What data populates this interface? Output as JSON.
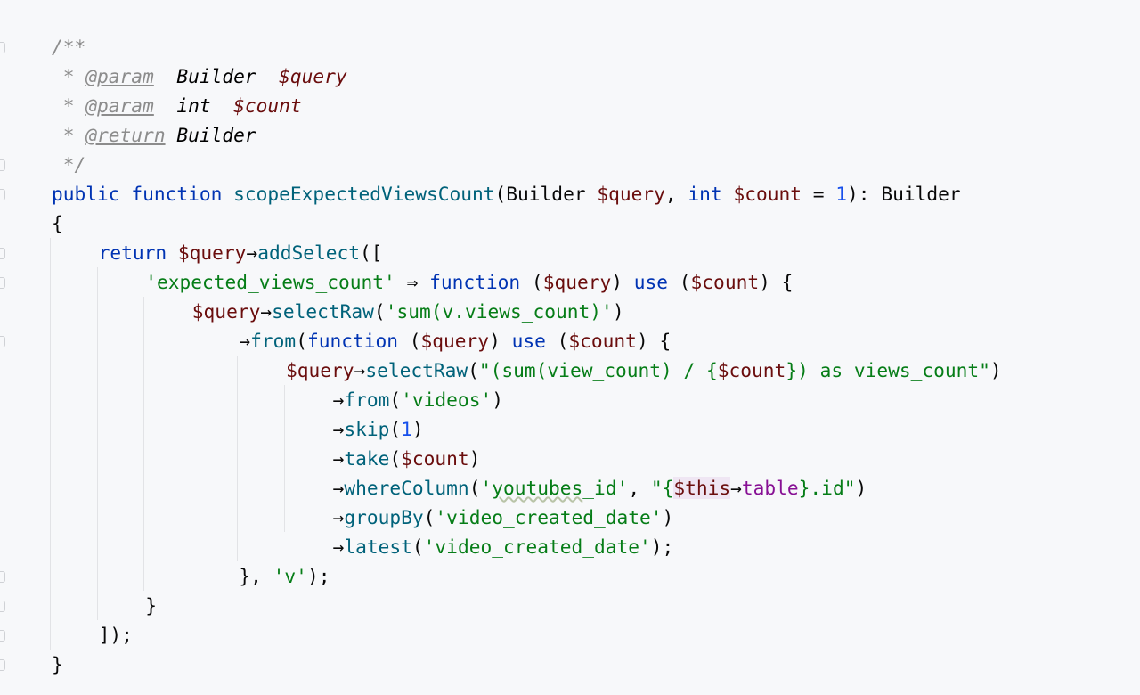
{
  "editor": {
    "language": "PHP",
    "lines": [
      {
        "indent": 0,
        "tokens": [
          {
            "t": "/**",
            "c": "cmt"
          }
        ]
      },
      {
        "indent": 0,
        "tokens": [
          {
            "t": " * ",
            "c": "cmt"
          },
          {
            "t": "@param",
            "c": "doctag"
          },
          {
            "t": "  ",
            "c": "cmt"
          },
          {
            "t": "Builder",
            "c": "doctype"
          },
          {
            "t": "  ",
            "c": "cmt"
          },
          {
            "t": "$query",
            "c": "docvar"
          }
        ]
      },
      {
        "indent": 0,
        "tokens": [
          {
            "t": " * ",
            "c": "cmt"
          },
          {
            "t": "@param",
            "c": "doctag"
          },
          {
            "t": "  ",
            "c": "cmt"
          },
          {
            "t": "int",
            "c": "doctype"
          },
          {
            "t": "  ",
            "c": "cmt"
          },
          {
            "t": "$count",
            "c": "docvar"
          }
        ]
      },
      {
        "indent": 0,
        "tokens": [
          {
            "t": " * ",
            "c": "cmt"
          },
          {
            "t": "@return",
            "c": "doctag"
          },
          {
            "t": " ",
            "c": "cmt"
          },
          {
            "t": "Builder",
            "c": "doctype"
          }
        ]
      },
      {
        "indent": 0,
        "tokens": [
          {
            "t": " */",
            "c": "cmt"
          }
        ]
      },
      {
        "indent": 0,
        "tokens": [
          {
            "t": "public",
            "c": "kw"
          },
          {
            "t": " ",
            "c": "plain"
          },
          {
            "t": "function",
            "c": "kw"
          },
          {
            "t": " ",
            "c": "plain"
          },
          {
            "t": "scopeExpectedViewsCount",
            "c": "fn"
          },
          {
            "t": "(Builder ",
            "c": "plain"
          },
          {
            "t": "$query",
            "c": "param"
          },
          {
            "t": ", ",
            "c": "plain"
          },
          {
            "t": "int",
            "c": "kw"
          },
          {
            "t": " ",
            "c": "plain"
          },
          {
            "t": "$count",
            "c": "param"
          },
          {
            "t": " = ",
            "c": "plain"
          },
          {
            "t": "1",
            "c": "num"
          },
          {
            "t": "): Builder",
            "c": "plain"
          }
        ]
      },
      {
        "indent": 0,
        "tokens": [
          {
            "t": "{",
            "c": "plain"
          }
        ]
      },
      {
        "indent": 1,
        "tokens": [
          {
            "t": "return",
            "c": "kw"
          },
          {
            "t": " ",
            "c": "plain"
          },
          {
            "t": "$query",
            "c": "param"
          },
          {
            "t": "→",
            "c": "plain"
          },
          {
            "t": "addSelect",
            "c": "fn"
          },
          {
            "t": "([",
            "c": "plain"
          }
        ]
      },
      {
        "indent": 2,
        "tokens": [
          {
            "t": "'expected_views_count'",
            "c": "str"
          },
          {
            "t": " ⇒ ",
            "c": "plain"
          },
          {
            "t": "function",
            "c": "kw"
          },
          {
            "t": " (",
            "c": "plain"
          },
          {
            "t": "$query",
            "c": "param"
          },
          {
            "t": ") ",
            "c": "plain"
          },
          {
            "t": "use",
            "c": "kw"
          },
          {
            "t": " (",
            "c": "plain"
          },
          {
            "t": "$count",
            "c": "param"
          },
          {
            "t": ") {",
            "c": "plain"
          }
        ]
      },
      {
        "indent": 3,
        "tokens": [
          {
            "t": "$query",
            "c": "param"
          },
          {
            "t": "→",
            "c": "plain"
          },
          {
            "t": "selectRaw",
            "c": "fn"
          },
          {
            "t": "(",
            "c": "plain"
          },
          {
            "t": "'sum(v.views_count)'",
            "c": "str"
          },
          {
            "t": ")",
            "c": "plain"
          }
        ]
      },
      {
        "indent": 4,
        "tokens": [
          {
            "t": "→",
            "c": "plain"
          },
          {
            "t": "from",
            "c": "fn"
          },
          {
            "t": "(",
            "c": "plain"
          },
          {
            "t": "function",
            "c": "kw"
          },
          {
            "t": " (",
            "c": "plain"
          },
          {
            "t": "$query",
            "c": "param"
          },
          {
            "t": ") ",
            "c": "plain"
          },
          {
            "t": "use",
            "c": "kw"
          },
          {
            "t": " (",
            "c": "plain"
          },
          {
            "t": "$count",
            "c": "param"
          },
          {
            "t": ") {",
            "c": "plain"
          }
        ]
      },
      {
        "indent": 5,
        "tokens": [
          {
            "t": "$query",
            "c": "param"
          },
          {
            "t": "→",
            "c": "plain"
          },
          {
            "t": "selectRaw",
            "c": "fn"
          },
          {
            "t": "(",
            "c": "plain"
          },
          {
            "t": "\"(sum(view_count) / {",
            "c": "str"
          },
          {
            "t": "$count",
            "c": "param"
          },
          {
            "t": "}) as views_count\"",
            "c": "str"
          },
          {
            "t": ")",
            "c": "plain"
          }
        ]
      },
      {
        "indent": 6,
        "tokens": [
          {
            "t": "→",
            "c": "plain"
          },
          {
            "t": "from",
            "c": "fn"
          },
          {
            "t": "(",
            "c": "plain"
          },
          {
            "t": "'videos'",
            "c": "str"
          },
          {
            "t": ")",
            "c": "plain"
          }
        ]
      },
      {
        "indent": 6,
        "tokens": [
          {
            "t": "→",
            "c": "plain"
          },
          {
            "t": "skip",
            "c": "fn"
          },
          {
            "t": "(",
            "c": "plain"
          },
          {
            "t": "1",
            "c": "num"
          },
          {
            "t": ")",
            "c": "plain"
          }
        ]
      },
      {
        "indent": 6,
        "tokens": [
          {
            "t": "→",
            "c": "plain"
          },
          {
            "t": "take",
            "c": "fn"
          },
          {
            "t": "(",
            "c": "plain"
          },
          {
            "t": "$count",
            "c": "param"
          },
          {
            "t": ")",
            "c": "plain"
          }
        ]
      },
      {
        "indent": 6,
        "tokens": [
          {
            "t": "→",
            "c": "plain"
          },
          {
            "t": "whereColumn",
            "c": "fn"
          },
          {
            "t": "(",
            "c": "plain"
          },
          {
            "t": "'",
            "c": "str"
          },
          {
            "t": "youtubes",
            "c": "str squiggle"
          },
          {
            "t": "_id'",
            "c": "str"
          },
          {
            "t": ", ",
            "c": "plain"
          },
          {
            "t": "\"{",
            "c": "str"
          },
          {
            "t": "$this",
            "c": "this"
          },
          {
            "t": "→",
            "c": "plain"
          },
          {
            "t": "table",
            "c": "prop"
          },
          {
            "t": "}.id\"",
            "c": "str"
          },
          {
            "t": ")",
            "c": "plain"
          }
        ]
      },
      {
        "indent": 6,
        "tokens": [
          {
            "t": "→",
            "c": "plain"
          },
          {
            "t": "groupBy",
            "c": "fn"
          },
          {
            "t": "(",
            "c": "plain"
          },
          {
            "t": "'video_created_date'",
            "c": "str"
          },
          {
            "t": ")",
            "c": "plain"
          }
        ]
      },
      {
        "indent": 6,
        "tokens": [
          {
            "t": "→",
            "c": "plain"
          },
          {
            "t": "latest",
            "c": "fn"
          },
          {
            "t": "(",
            "c": "plain"
          },
          {
            "t": "'video_created_date'",
            "c": "str"
          },
          {
            "t": ");",
            "c": "plain"
          }
        ]
      },
      {
        "indent": 4,
        "tokens": [
          {
            "t": "}, ",
            "c": "plain"
          },
          {
            "t": "'v'",
            "c": "str"
          },
          {
            "t": ");",
            "c": "plain"
          }
        ]
      },
      {
        "indent": 2,
        "tokens": [
          {
            "t": "}",
            "c": "plain"
          }
        ]
      },
      {
        "indent": 1,
        "tokens": [
          {
            "t": "]);",
            "c": "plain"
          }
        ]
      },
      {
        "indent": 0,
        "tokens": [
          {
            "t": "}",
            "c": "plain"
          }
        ]
      }
    ],
    "fold_markers": [
      0,
      4,
      5,
      7,
      8,
      10,
      18,
      19,
      20,
      21
    ]
  }
}
